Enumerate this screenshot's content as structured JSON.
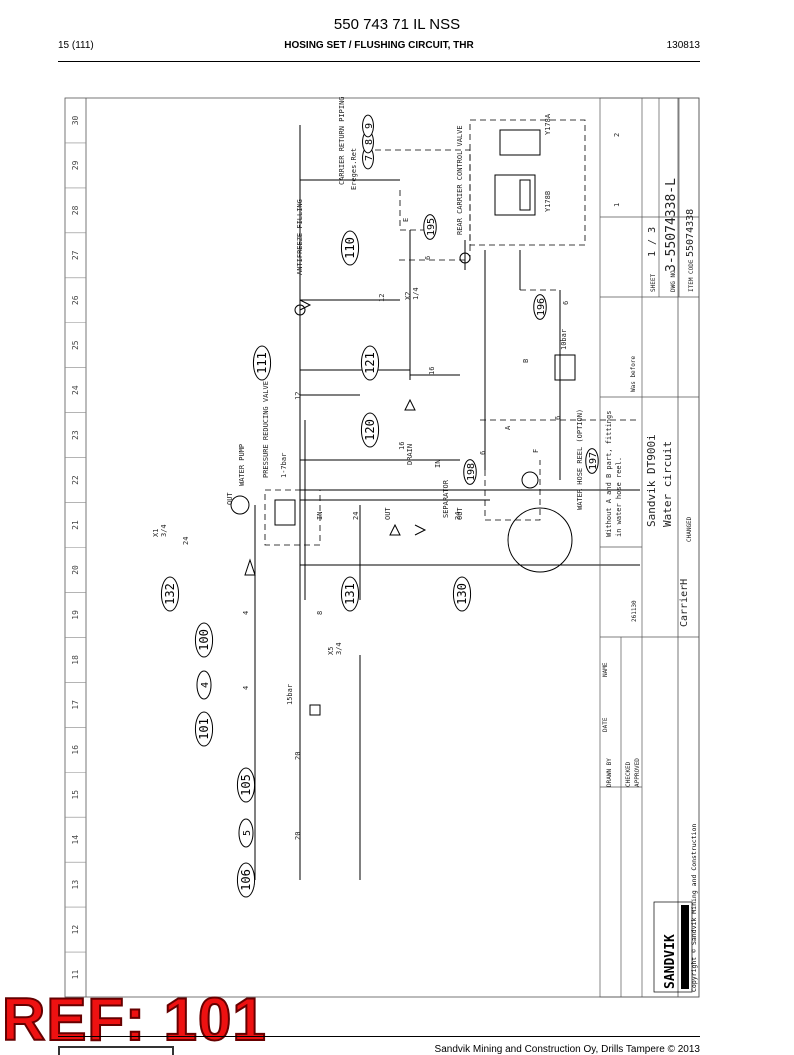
{
  "header": {
    "doc_code": "550 743 71 IL NSS",
    "page": "15 (111)",
    "title": "HOSING SET / FLUSHING CIRCUIT, THR",
    "date": "130813"
  },
  "columns": [
    "30",
    "29",
    "28",
    "27",
    "26",
    "25",
    "24",
    "23",
    "22",
    "21",
    "20",
    "19",
    "18",
    "17",
    "16",
    "15",
    "14",
    "13",
    "12",
    "11"
  ],
  "bubbles": {
    "b7": "7",
    "b8": "8",
    "b9": "9",
    "b110": "110",
    "b111": "111",
    "b121": "121",
    "b120": "120",
    "b195": "195",
    "b196": "196",
    "b197": "197",
    "b198": "198",
    "b130": "130",
    "b131": "131",
    "b132": "132",
    "b100": "100",
    "b4": "4",
    "b101": "101",
    "b105": "105",
    "b5": "5",
    "b106": "106"
  },
  "labels": {
    "carrier_return": "CARRIER RETURN PIPING",
    "return_sub": "Ereges.Ret",
    "rear_valve": "REAR CARRIER CONTROL VALVE",
    "antifreeze": "ANTIFREEZE FILLING",
    "water_pump": "WATER PUMP",
    "pressure_valve": "PRESSURE REDUCING VALVE",
    "pressure_range": "1-7bar",
    "strainer": "SEPARATOR",
    "drain": "DRAIN",
    "hose_reel": "WATER HOSE REEL (OPTION)",
    "out1": "OUT",
    "in1": "IN",
    "out2": "OUT",
    "in2": "IN",
    "out3": "OUT",
    "x1": "X1",
    "x1s": "3/4",
    "x2": "X2",
    "x2s": "1/4",
    "x5": "X5",
    "x5s": "3/4",
    "bar15": "15bar",
    "n24a": "24",
    "n24b": "24",
    "n24c": "24",
    "n4a": "4",
    "n4b": "4",
    "n8": "8",
    "n20a": "20",
    "n20b": "20",
    "n12a": "12",
    "n12b": "12",
    "n16a": "16",
    "n16b": "16",
    "n6a": "6",
    "n6b": "6",
    "n6c": "6",
    "n6d": "6",
    "y178a": "Y178A",
    "y178b": "Y178B",
    "bar10": "10bar",
    "sA": "A",
    "sB": "B",
    "sE": "E",
    "sF": "F"
  },
  "notes": {
    "wb_note": "Without A and B part, fittings",
    "wb_note2": "in water hose reel.",
    "changed": "CHANGED"
  },
  "title_block": {
    "product": "Sandvik DT900i",
    "title": "Water circuit",
    "sheet": "1 / 3",
    "dwg_no": "3-55074338-L",
    "item_no": "55074338",
    "carrier": "CarrierH",
    "revision": "2",
    "rev_a": "1",
    "drawn": "DRAWN BY",
    "checked": "CHECKED",
    "approved": "APPROVED",
    "date_col": "DATE",
    "name_col": "NAME",
    "ecn": "261130",
    "sheet_lbl": "SHEET",
    "dwg_lbl": "DWG NO",
    "item_lbl": "ITEM CODE",
    "was_before": "Was before"
  },
  "logo": {
    "brand": "SANDVIK",
    "copyright": "Copyright © Sandvik Mining and Construction"
  },
  "footer": {
    "company": "Sandvik Mining and Construction Oy, Drills Tampere © 2013"
  },
  "ref": "REF: 101"
}
